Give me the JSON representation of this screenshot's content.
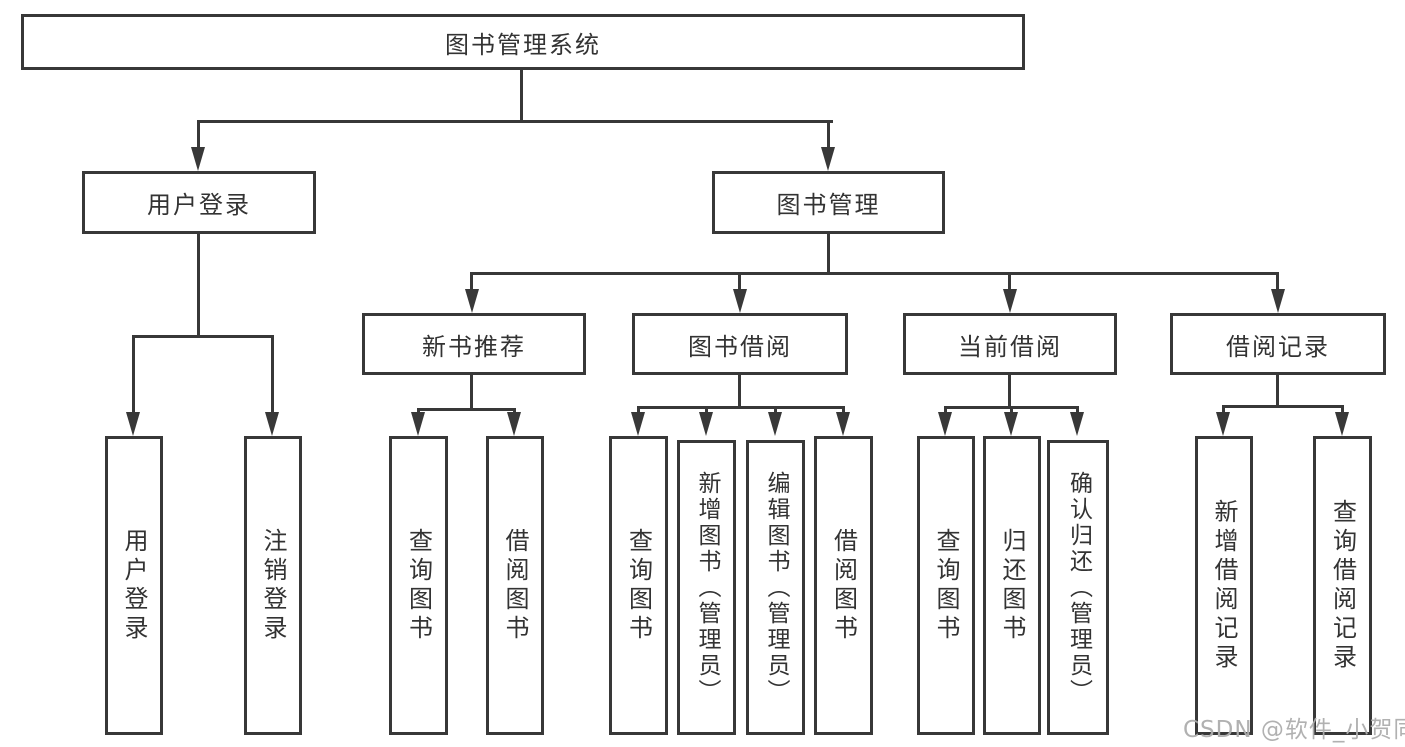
{
  "diagram_type": "hierarchy-tree",
  "tree": {
    "label": "图书管理系统",
    "children": [
      {
        "label": "用户登录",
        "children": [
          {
            "label": "用户登录"
          },
          {
            "label": "注销登录"
          }
        ]
      },
      {
        "label": "图书管理",
        "children": [
          {
            "label": "新书推荐",
            "children": [
              {
                "label": "查询图书"
              },
              {
                "label": "借阅图书"
              }
            ]
          },
          {
            "label": "图书借阅",
            "children": [
              {
                "label": "查询图书"
              },
              {
                "label": "新增图书（管理员）"
              },
              {
                "label": "编辑图书（管理员）"
              },
              {
                "label": "借阅图书"
              }
            ]
          },
          {
            "label": "当前借阅",
            "children": [
              {
                "label": "查询图书"
              },
              {
                "label": "归还图书"
              },
              {
                "label": "确认归还（管理员）"
              }
            ]
          },
          {
            "label": "借阅记录",
            "children": [
              {
                "label": "新增借阅记录"
              },
              {
                "label": "查询借阅记录"
              }
            ]
          }
        ]
      }
    ]
  },
  "watermark": {
    "text": "CSDN @软件_小贺同学"
  },
  "colors": {
    "line": "#383838",
    "border": "#383838",
    "text": "#333333",
    "watermark": "#adadad",
    "background": "#ffffff"
  }
}
